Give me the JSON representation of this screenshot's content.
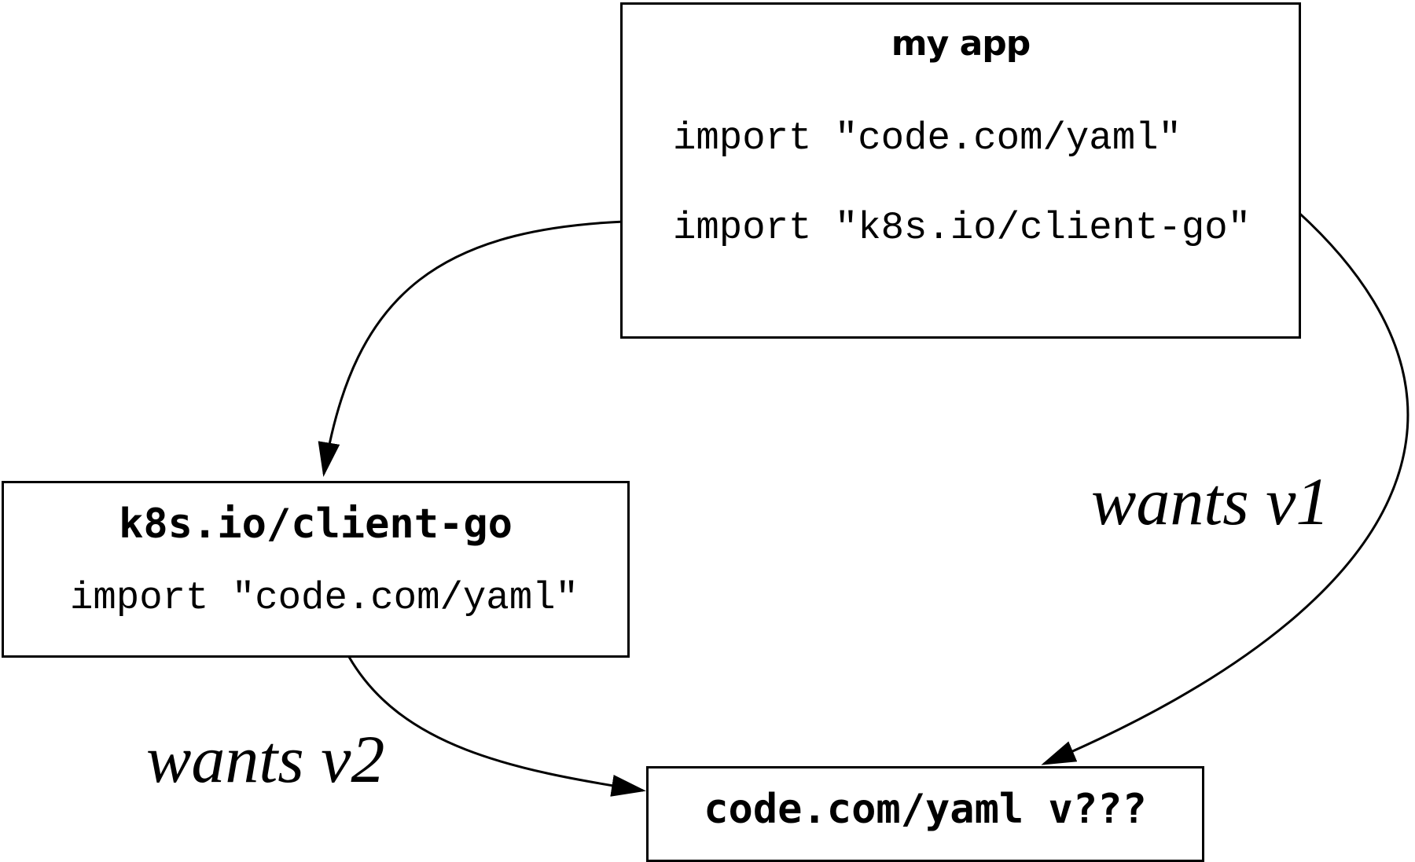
{
  "app": {
    "title": "my app",
    "imports": [
      "import \"code.com/yaml\"",
      "import \"k8s.io/client-go\""
    ]
  },
  "client": {
    "title": "k8s.io/client-go",
    "import": "import \"code.com/yaml\""
  },
  "yaml": {
    "title": "code.com/yaml v???"
  },
  "edges": {
    "wants_v1": "wants v1",
    "wants_v2": "wants v2"
  }
}
